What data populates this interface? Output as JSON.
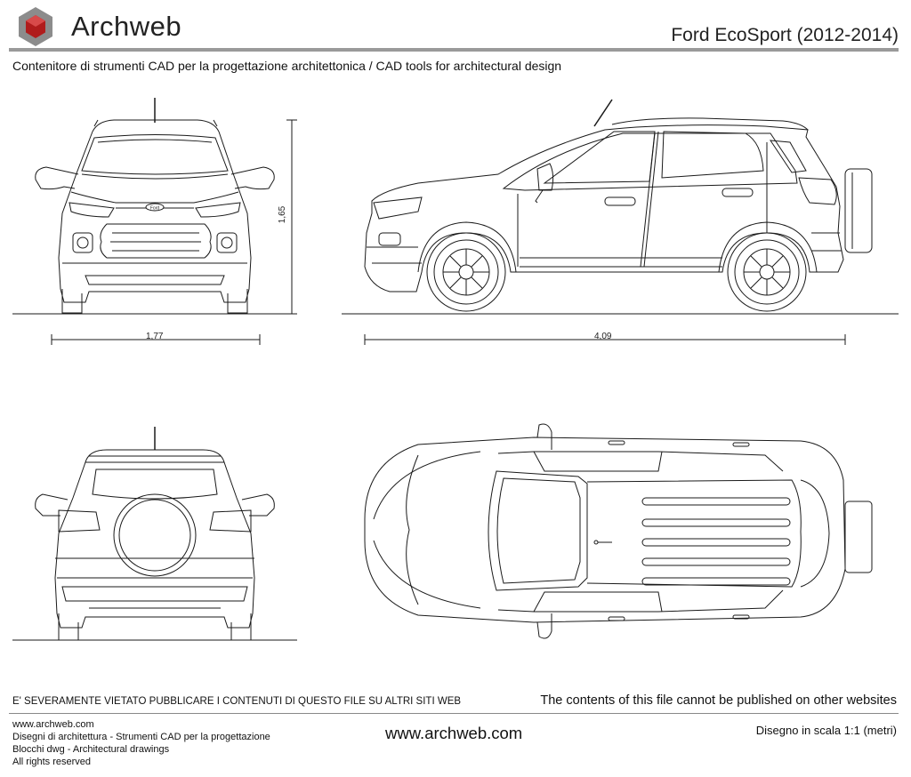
{
  "header": {
    "brand": "Archweb",
    "title": "Ford EcoSport (2012-2014)",
    "subtitle": "Contenitore di strumenti CAD per la progettazione architettonica  /  CAD tools for architectural design"
  },
  "dimensions": {
    "height": "1,65",
    "width": "1,77",
    "length": "4,09"
  },
  "car_badge": "Ford",
  "footer": {
    "warning_it": "E' SEVERAMENTE VIETATO PUBBLICARE I CONTENUTI DI QUESTO FILE SU ALTRI SITI WEB",
    "warning_en": "The contents of this file cannot be published on other websites",
    "lines": [
      "www.archweb.com",
      "Disegni di architettura - Strumenti CAD  per la progettazione",
      "Blocchi dwg - Architectural drawings",
      "All rights reserved"
    ],
    "website": "www.archweb.com",
    "scale": "Disegno in scala 1:1 (metri)"
  },
  "colors": {
    "logo_red": "#b01c1c",
    "logo_grey": "#8c8c8c",
    "rule_grey": "#9a9a9a"
  }
}
